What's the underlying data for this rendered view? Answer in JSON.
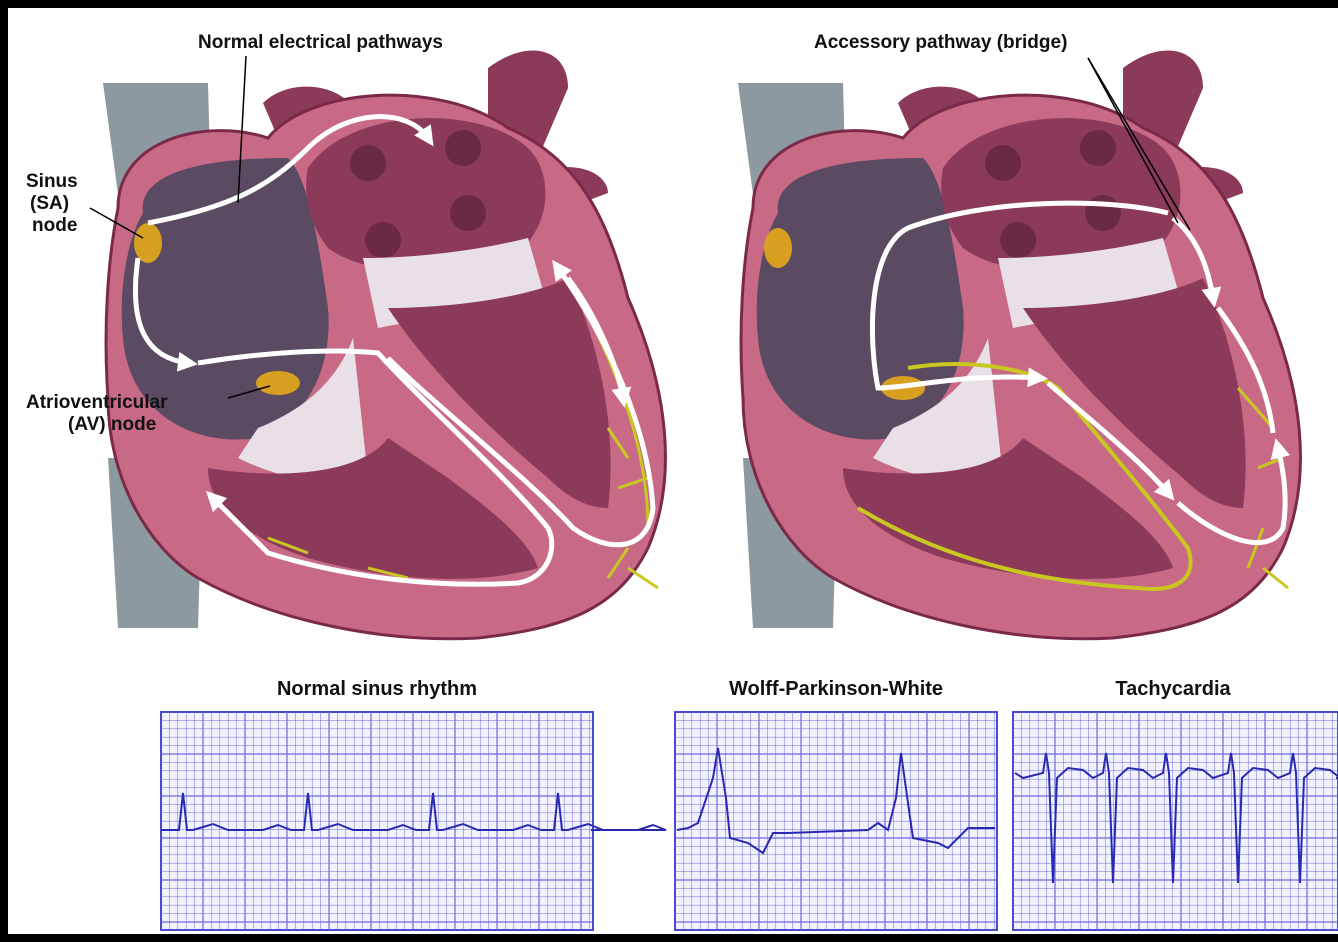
{
  "left_heart": {
    "pathways_label": "Normal electrical pathways",
    "sa_label_line1": "Sinus",
    "sa_label_line2": "(SA)",
    "sa_label_line3": "node",
    "av_label_line1": "Atrioventricular",
    "av_label_line2": "(AV) node"
  },
  "right_heart": {
    "accessory_label": "Accessory pathway (bridge)"
  },
  "ecg_panels": [
    {
      "title": "Normal sinus rhythm",
      "beats": 4
    },
    {
      "title": "Wolff-Parkinson-White",
      "beats": 2
    },
    {
      "title": "Tachycardia",
      "beats": 5
    }
  ],
  "colors": {
    "heart_wall": "#c86a86",
    "heart_muscle": "#8c3a5a",
    "chamber": "#5a4a62",
    "valve": "#e8e0e6",
    "vessel": "#8c9aa0",
    "pathway": "#ffffff",
    "conduction": "#c8c820",
    "node": "#d8a020",
    "ecg_grid": "#6a6adc",
    "ecg_trace": "#2a2ab0"
  }
}
